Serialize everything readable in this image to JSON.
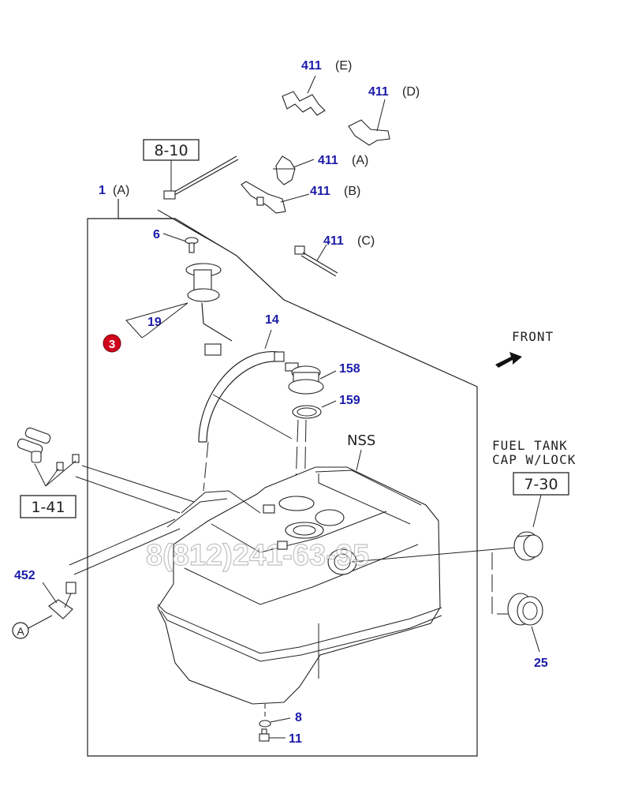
{
  "diagram": {
    "assembly": {
      "part": "1",
      "variant": "(A)"
    },
    "refs": [
      {
        "id": "ref-8-10",
        "label": "8-10"
      },
      {
        "id": "ref-1-41",
        "label": "1-41"
      },
      {
        "id": "ref-7-30",
        "label": "7-30"
      }
    ],
    "callouts": {
      "p411e": {
        "num": "411",
        "variant": "(E)"
      },
      "p411d": {
        "num": "411",
        "variant": "(D)"
      },
      "p411a": {
        "num": "411",
        "variant": "(A)"
      },
      "p411b": {
        "num": "411",
        "variant": "(B)"
      },
      "p411c": {
        "num": "411",
        "variant": "(C)"
      },
      "p6": {
        "num": "6"
      },
      "p19": {
        "num": "19"
      },
      "p3": {
        "num": "3"
      },
      "p14": {
        "num": "14"
      },
      "p158": {
        "num": "158"
      },
      "p159": {
        "num": "159"
      },
      "p452": {
        "num": "452"
      },
      "p25": {
        "num": "25"
      },
      "p8": {
        "num": "8"
      },
      "p11": {
        "num": "11"
      }
    },
    "front_label": "FRONT",
    "nss_label": "NSS",
    "cap_label_line1": "FUEL TANK",
    "cap_label_line2": "CAP W/LOCK",
    "circle_ref": "A",
    "watermark": "8(812)241-63-95",
    "colors": {
      "part_number": "#1a1aa8",
      "badge": "#d0021b",
      "line": "#222222"
    }
  }
}
